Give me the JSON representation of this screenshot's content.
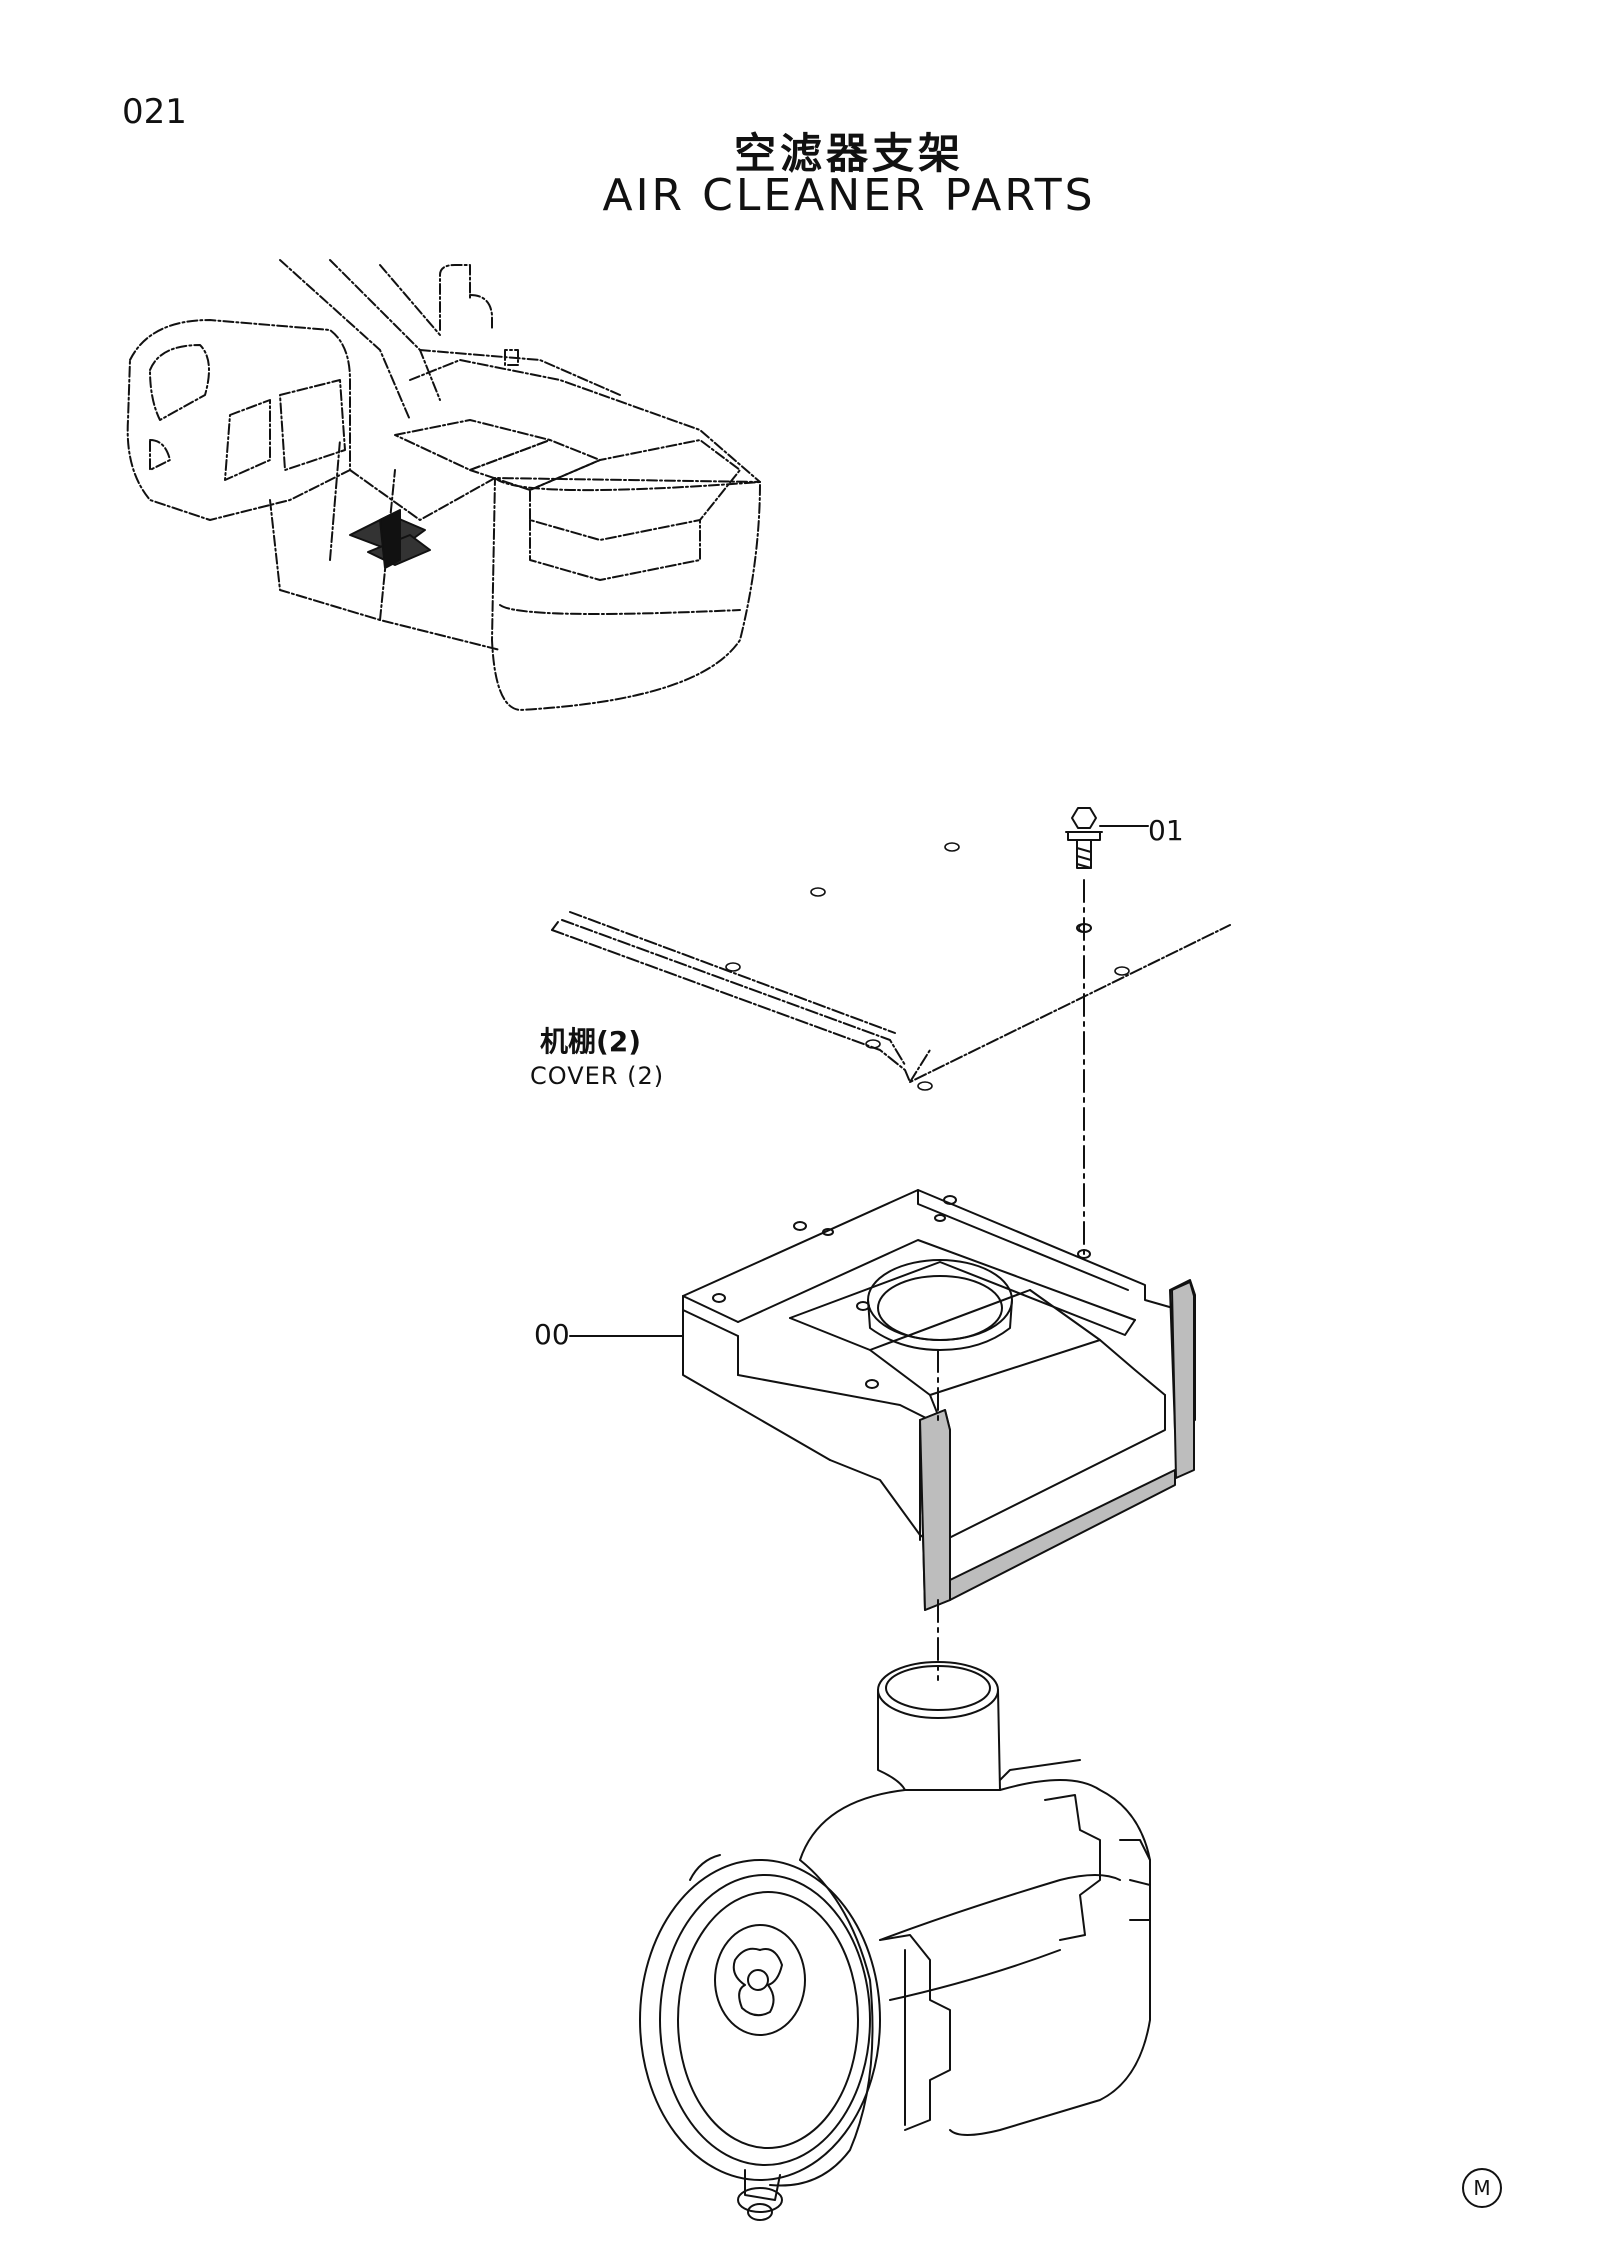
{
  "page_number": "021",
  "title_cn": "空滤器支架",
  "title_en": "AIR CLEANER PARTS",
  "labels": {
    "cover_cn": "机棚(2)",
    "cover_en": "COVER (2)"
  },
  "callouts": {
    "bolt": "01",
    "bracket": "00"
  },
  "corner_mark": "M",
  "colors": {
    "ink": "#111111",
    "background": "#ffffff"
  }
}
